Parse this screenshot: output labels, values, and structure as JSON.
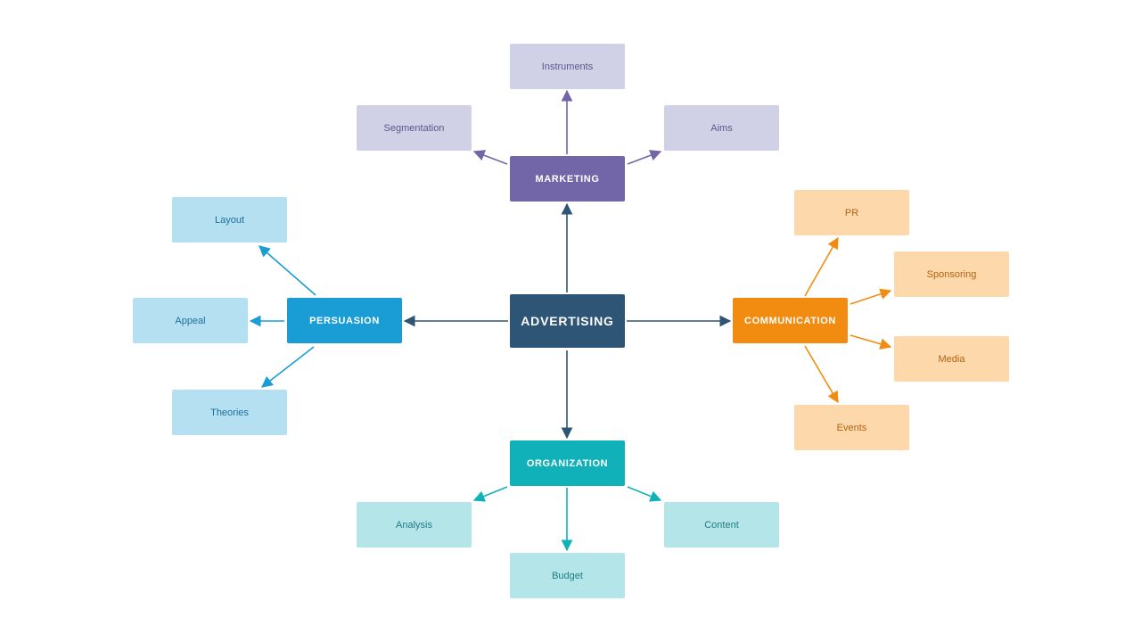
{
  "colors": {
    "root": "#2e5476",
    "marketing": "#7266a8",
    "marketing_leaf": "#d0d0e6",
    "marketing_text": "#5d568a",
    "persuasion": "#199dd4",
    "persuasion_leaf": "#b4e0f1",
    "persuasion_text": "#1f6f9a",
    "communication": "#f28c10",
    "communication_leaf": "#fcd8ab",
    "communication_text": "#b3630f",
    "organization": "#11b1b9",
    "organization_leaf": "#b4e5e9",
    "organization_text": "#1e7d84"
  },
  "root": {
    "label": "ADVERTISING"
  },
  "hubs": {
    "marketing": {
      "label": "MARKETING"
    },
    "persuasion": {
      "label": "PERSUASION"
    },
    "communication": {
      "label": "COMMUNICATION"
    },
    "organization": {
      "label": "ORGANIZATION"
    }
  },
  "leaves": {
    "marketing": [
      "Instruments",
      "Segmentation",
      "Aims"
    ],
    "persuasion": [
      "Layout",
      "Appeal",
      "Theories"
    ],
    "communication": [
      "PR",
      "Sponsoring",
      "Media",
      "Events"
    ],
    "organization": [
      "Analysis",
      "Budget",
      "Content"
    ]
  }
}
